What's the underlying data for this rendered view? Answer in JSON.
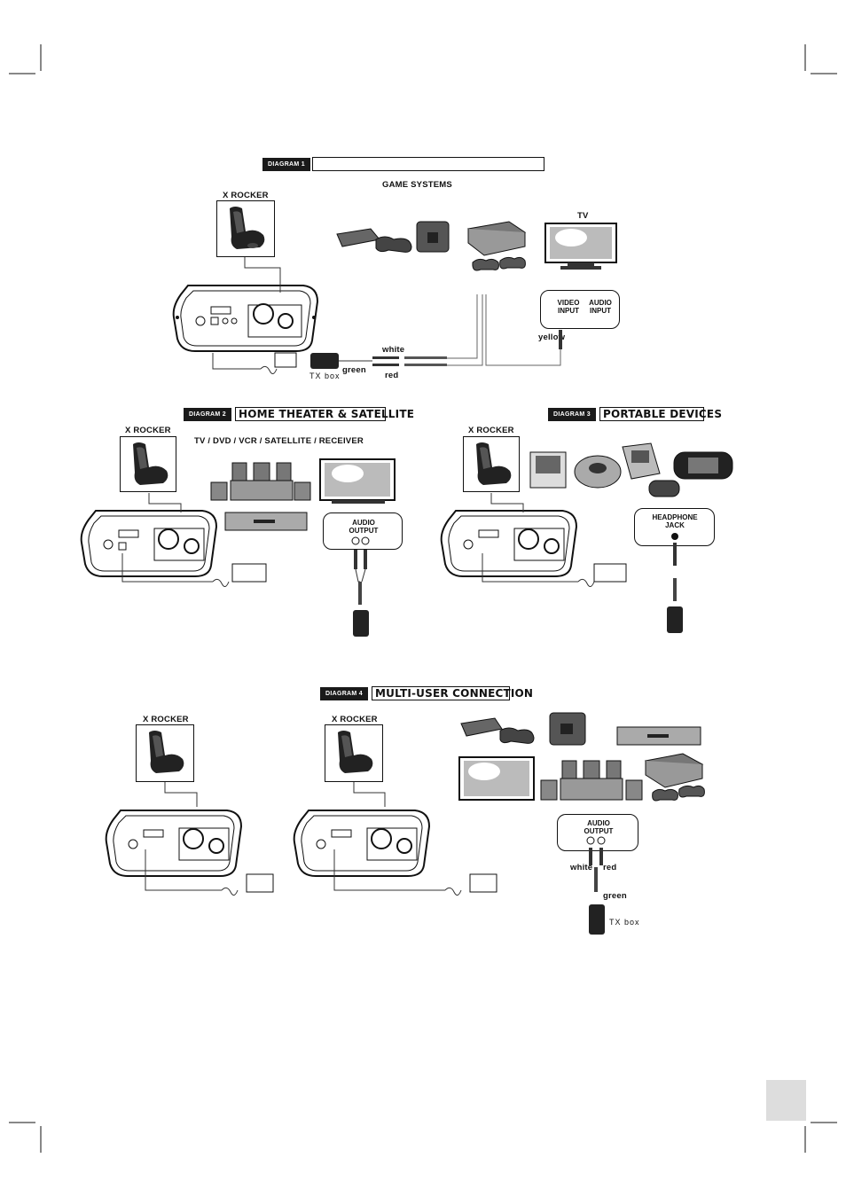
{
  "diagram1": {
    "tag": "DIAGRAM 1",
    "title": "",
    "section_label": "GAME SYSTEMS",
    "chair_label": "X ROCKER",
    "tv_label": "TV",
    "video_input": "VIDEO INPUT",
    "audio_input": "AUDIO INPUT",
    "cable_yellow": "yellow",
    "cable_white": "white",
    "cable_red": "red",
    "cable_green": "green",
    "tx_box": "TX box"
  },
  "diagram2": {
    "tag": "DIAGRAM 2",
    "title": "HOME THEATER & SATELLITE",
    "chair_label": "X ROCKER",
    "sources_label": "TV / DVD / VCR / SATELLITE / RECEIVER",
    "audio_output": "AUDIO OUTPUT"
  },
  "diagram3": {
    "tag": "DIAGRAM 3",
    "title": "PORTABLE DEVICES",
    "chair_label": "X ROCKER",
    "headphone_jack": "HEADPHONE JACK"
  },
  "diagram4": {
    "tag": "DIAGRAM 4",
    "title": "MULTI-USER CONNECTION",
    "chair1_label": "X ROCKER",
    "chair2_label": "X ROCKER",
    "audio_output": "AUDIO OUTPUT",
    "cable_white": "white",
    "cable_red": "red",
    "cable_green": "green",
    "tx_box": "TX box"
  }
}
